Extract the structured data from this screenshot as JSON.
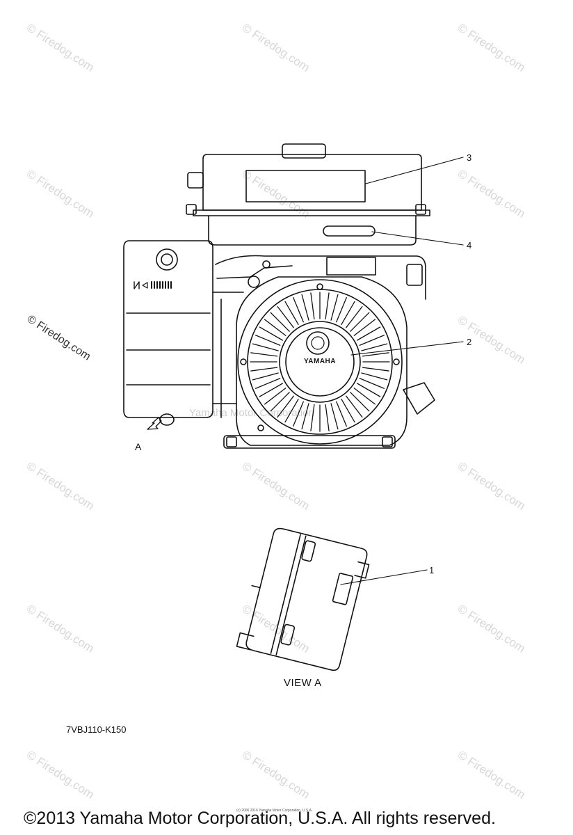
{
  "callouts": {
    "c1": "1",
    "c2": "2",
    "c3": "3",
    "c4": "4",
    "view_arrow": "A"
  },
  "view_label": "VIEW A",
  "part_code": "7VBJ110-K150",
  "copyright": "©2013 Yamaha Motor Corporation, U.S.A. All rights reserved.",
  "fine_print": "(c) 2006 2016 Yamaha Motor Corporation, U.S.A.",
  "brand_text": "YAMAHA",
  "watermark_text": "© Firedog.com",
  "faint_watermark": "Yamaha Motor Corporation",
  "colors": {
    "line": "#111111",
    "watermark": "#d7d7d7",
    "background": "#ffffff"
  }
}
